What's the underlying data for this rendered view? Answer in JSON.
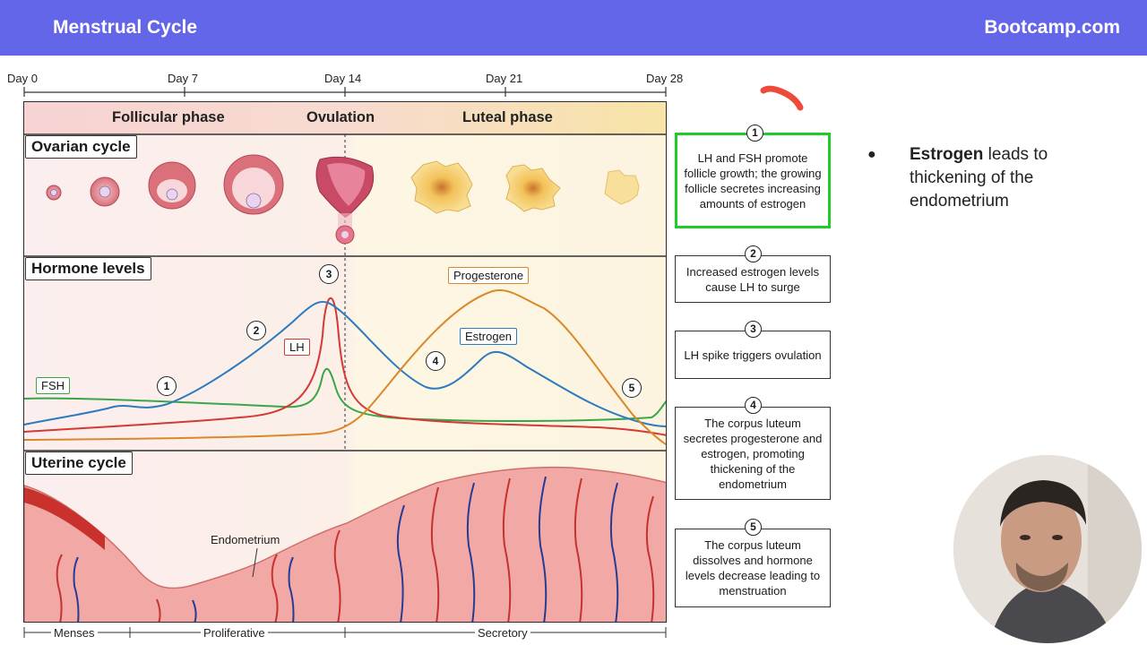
{
  "header": {
    "title": "Menstrual Cycle",
    "brand": "Bootcamp.com"
  },
  "timeline": {
    "days": [
      "Day 0",
      "Day 7",
      "Day 14",
      "Day 21",
      "Day 28"
    ]
  },
  "figure": {
    "phases": {
      "follicular": "Follicular phase",
      "ovulation": "Ovulation",
      "luteal": "Luteal phase"
    },
    "sections": {
      "ovarian": "Ovarian cycle",
      "hormone": "Hormone levels",
      "uterine": "Uterine cycle"
    },
    "curve_labels": {
      "fsh": "FSH",
      "lh": "LH",
      "progesterone": "Progesterone",
      "estrogen": "Estrogen"
    },
    "markers": [
      "1",
      "2",
      "3",
      "4",
      "5"
    ],
    "endometrium_label": "Endometrium",
    "bottom_phases": {
      "menses": "Menses",
      "proliferative": "Proliferative",
      "secretory": "Secretory"
    },
    "colors": {
      "fsh": "#3aa64a",
      "lh": "#d23a33",
      "estrogen": "#2d7bbf",
      "progesterone": "#d9892a"
    }
  },
  "info_boxes": [
    {
      "num": "1",
      "text": "LH and FSH promote follicle growth; the growing follicle secretes increasing amounts of estrogen"
    },
    {
      "num": "2",
      "text": "Increased estrogen levels cause LH to surge"
    },
    {
      "num": "3",
      "text": "LH spike triggers ovulation"
    },
    {
      "num": "4",
      "text": "The corpus luteum secretes progesterone and estrogen, promoting thickening of the endometrium"
    },
    {
      "num": "5",
      "text": "The corpus luteum dissolves and hormone levels decrease leading to menstruation"
    }
  ],
  "notes": {
    "bullet": "●",
    "bold": "Estrogen",
    "rest": " leads to thickening of the endometrium"
  }
}
